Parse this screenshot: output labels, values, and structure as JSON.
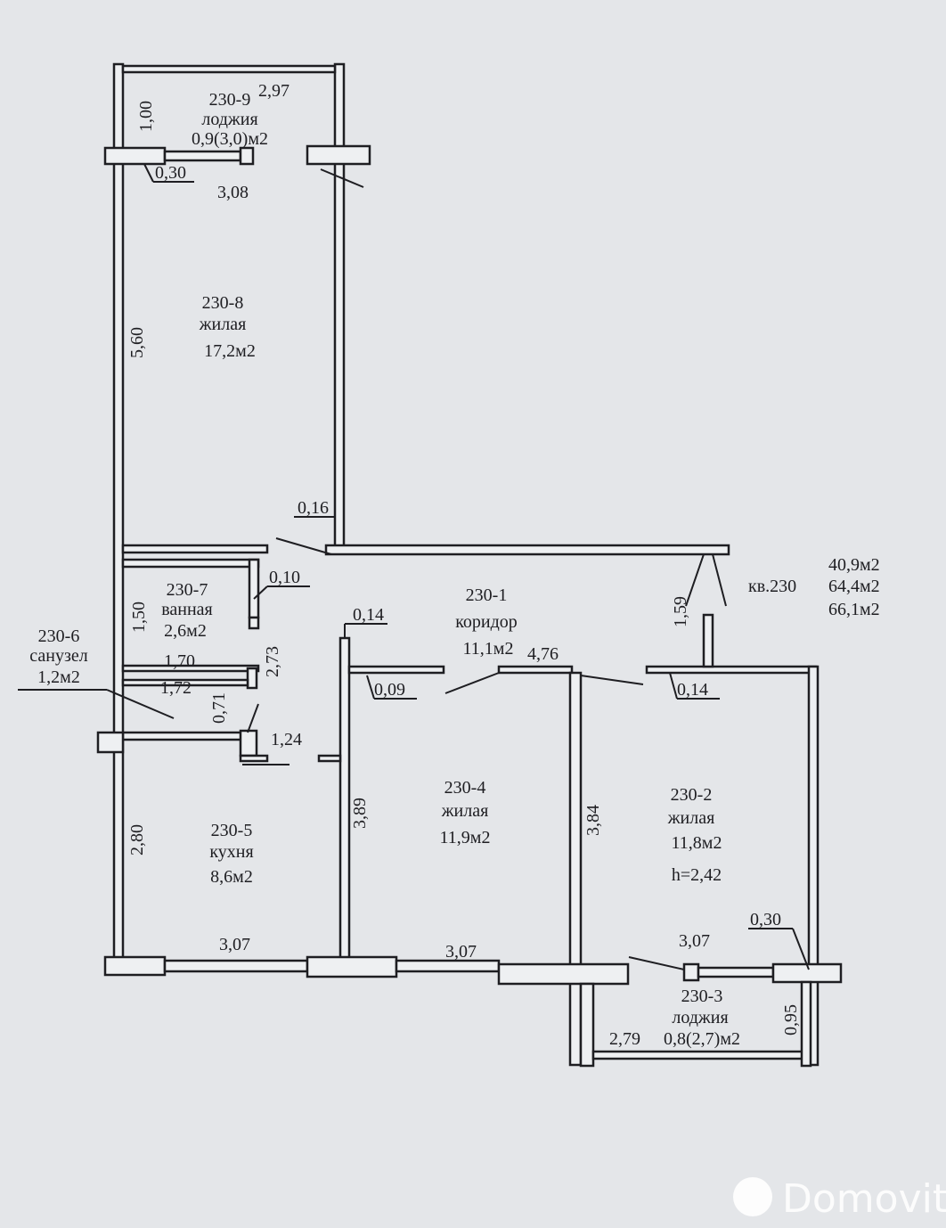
{
  "apartment": {
    "label": "кв.230",
    "areas": [
      "40,9м2",
      "64,4м2",
      "66,1м2"
    ]
  },
  "rooms": {
    "r9": {
      "id": "230-9",
      "name": "лоджия",
      "area": "0,9(3,0)м2"
    },
    "r8": {
      "id": "230-8",
      "name": "жилая",
      "area": "17,2м2"
    },
    "r7": {
      "id": "230-7",
      "name": "ванная",
      "area": "2,6м2"
    },
    "r6": {
      "id": "230-6",
      "name": "санузел",
      "area": "1,2м2"
    },
    "r1": {
      "id": "230-1",
      "name": "коридор",
      "area": "11,1м2"
    },
    "r5": {
      "id": "230-5",
      "name": "кухня",
      "area": "8,6м2"
    },
    "r4": {
      "id": "230-4",
      "name": "жилая",
      "area": "11,9м2"
    },
    "r2": {
      "id": "230-2",
      "name": "жилая",
      "area": "11,8м2",
      "height": "h=2,42"
    },
    "r3": {
      "id": "230-3",
      "name": "лоджия",
      "area": "0,8(2,7)м2"
    }
  },
  "dimensions": {
    "d297": "2,97",
    "d100": "1,00",
    "d030a": "0,30",
    "d308": "3,08",
    "d560": "5,60",
    "d016": "0,16",
    "d010": "0,10",
    "d150": "1,50",
    "d273": "2,73",
    "d170": "1,70",
    "d172": "1,72",
    "d071": "0,71",
    "d124": "1,24",
    "d014a": "0,14",
    "d009": "0,09",
    "d476": "4,76",
    "d159": "1,59",
    "d014b": "0,14",
    "d280": "2,80",
    "d389": "3,89",
    "d384": "3,84",
    "d307a": "3,07",
    "d307b": "3,07",
    "d307c": "3,07",
    "d030b": "0,30",
    "d279": "2,79",
    "d095": "0,95"
  },
  "watermark": "Domovita"
}
